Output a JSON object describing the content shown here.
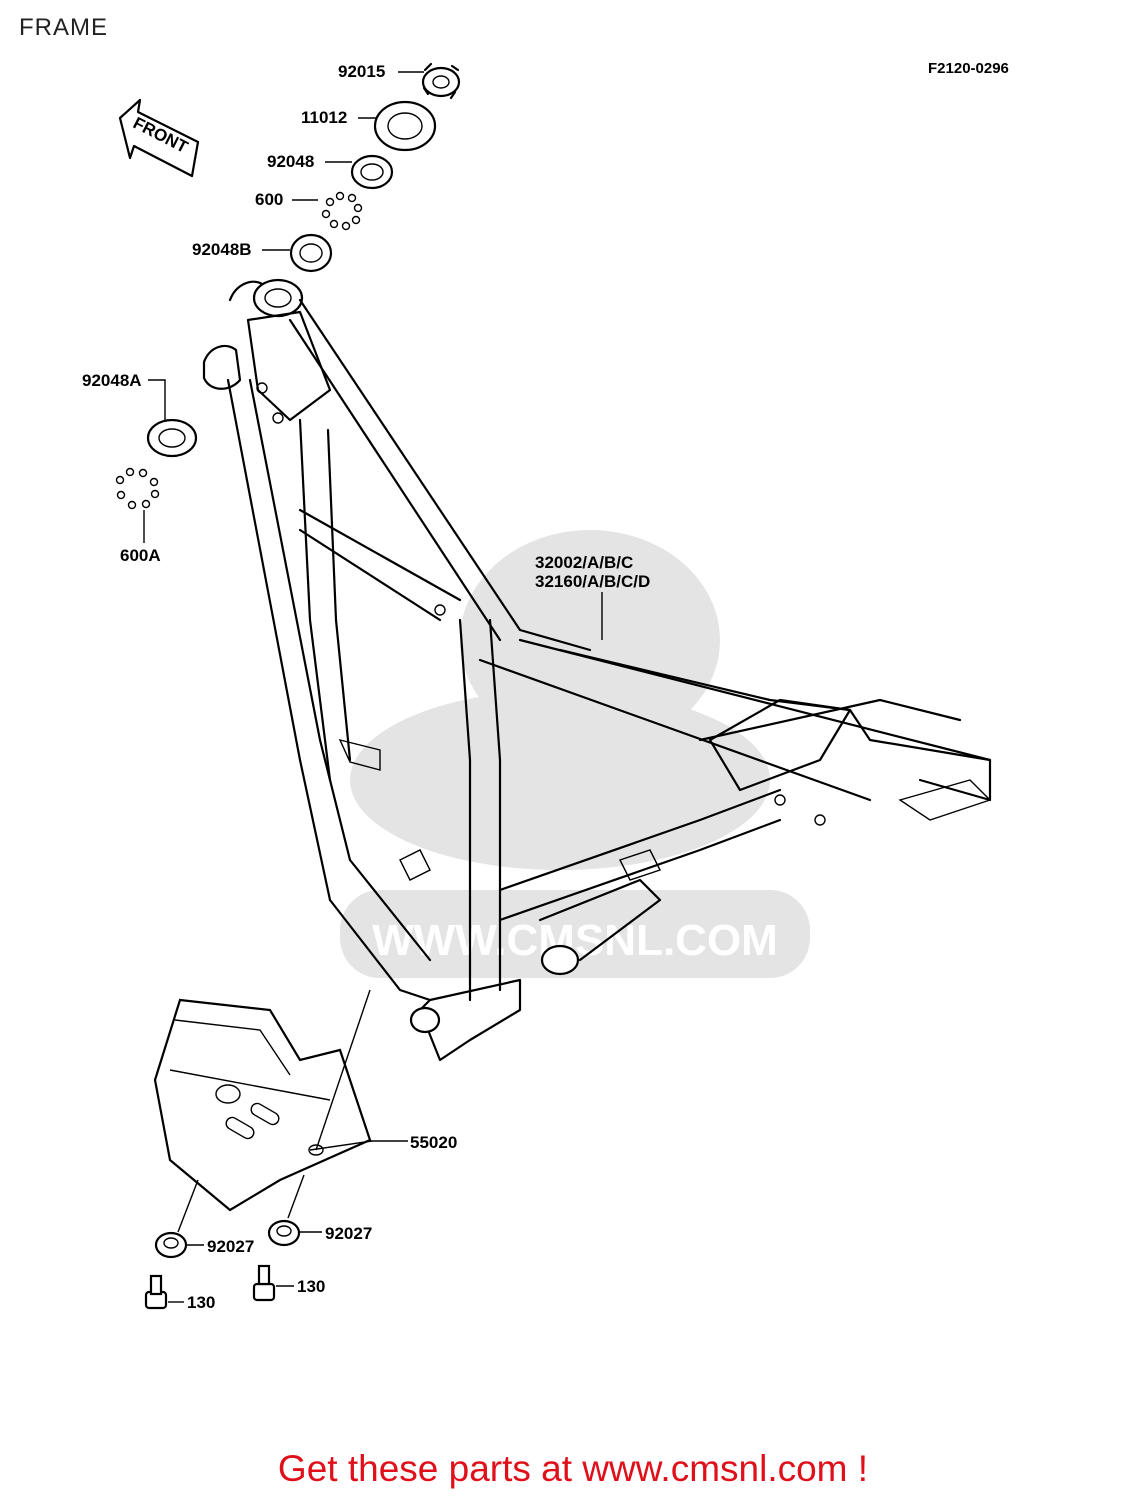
{
  "title": "FRAME",
  "diagram_code": "F2120-0296",
  "front_arrow_label": "FRONT",
  "watermark_text": "WWW.CMSNL.COM",
  "callouts": {
    "p92015": "92015",
    "p11012": "11012",
    "p92048": "92048",
    "p600": "600",
    "p92048B": "92048B",
    "p92048A": "92048A",
    "p600A": "600A",
    "p32002": "32002/A/B/C",
    "p32160": "32160/A/B/C/D",
    "p55020": "55020",
    "p92027_left": "92027",
    "p92027_right": "92027",
    "p130_left": "130",
    "p130_right": "130"
  },
  "footer": "Get these parts at www.cmsnl.com !",
  "colors": {
    "footer": "#e0101a",
    "watermark": "#e4e4e4",
    "lines": "#000000"
  }
}
